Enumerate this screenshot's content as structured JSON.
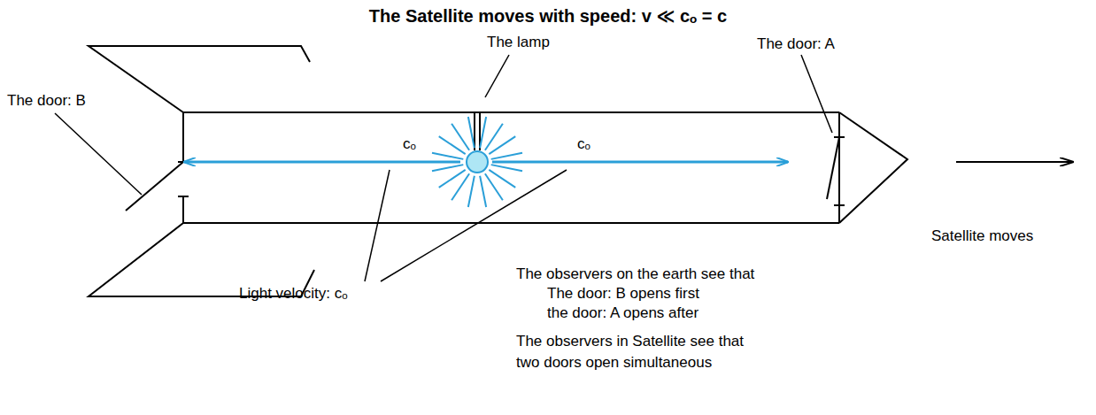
{
  "diagram": {
    "title": "The Satellite moves with speed: v ≪ cₒ = c",
    "labels": [
      "The lamp",
      "The door: A",
      "The door: B",
      "cₒ",
      "cₒ",
      "Satellite moves",
      "Light velocity: cₒ",
      "The observers on the earth see that",
      "The door: B opens first",
      "the door: A opens after",
      "The observers in Satellite see that",
      "two doors open simultaneous"
    ]
  }
}
